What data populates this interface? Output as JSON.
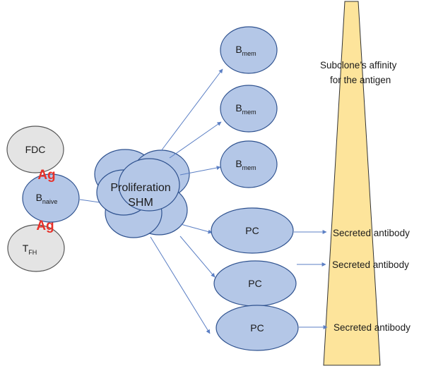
{
  "left_cells": {
    "fdc": "FDC",
    "b_naive": {
      "main": "B",
      "sub": "naive"
    },
    "tfh": {
      "main": "T",
      "sub": "FH"
    },
    "antigen_top": "Ag",
    "antigen_bottom": "Ag"
  },
  "cluster": {
    "line1": "Proliferation",
    "line2": "SHM"
  },
  "memory_cells": [
    {
      "main": "B",
      "sub": "mem"
    },
    {
      "main": "B",
      "sub": "mem"
    },
    {
      "main": "B",
      "sub": "mem"
    }
  ],
  "plasma_cells": [
    "PC",
    "PC",
    "PC"
  ],
  "secreted": [
    "Secreted antibody",
    "Secreted antibody",
    "Secreted antibody"
  ],
  "affinity_label": {
    "line1": "Subclone’s affinity",
    "line2": "for the antigen"
  },
  "colors": {
    "cell_fill": "#b4c7e7",
    "cell_stroke": "#2f528f",
    "grey_cell_fill": "#e4e4e4",
    "antigen_text": "#e8312a",
    "affinity_bar_fill": "#fde49b",
    "arrow": "#5b7fc4"
  }
}
